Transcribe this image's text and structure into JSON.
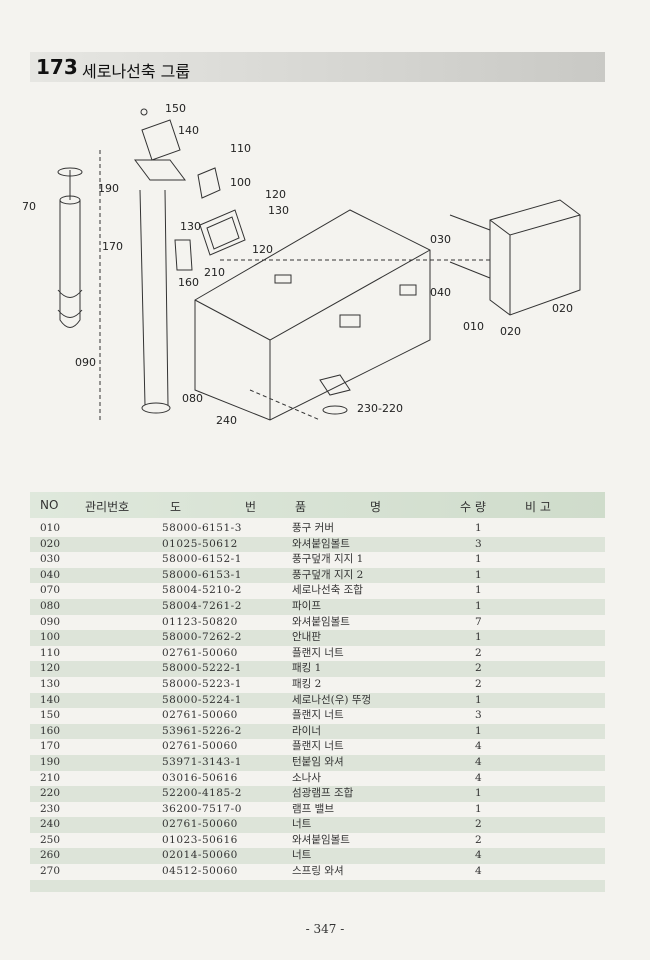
{
  "header": {
    "number": "173",
    "title": "세로나선축 그룹"
  },
  "diagram": {
    "labels": [
      "150",
      "140",
      "110",
      "100",
      "120",
      "130",
      "190",
      "70",
      "130",
      "170",
      "210",
      "160",
      "120",
      "030",
      "040",
      "010",
      "020",
      "020",
      "090",
      "080",
      "240",
      "230-220"
    ]
  },
  "table": {
    "headers": {
      "no": "NO",
      "mgmt": "관리번호",
      "drawing_a": "도",
      "drawing_b": "번",
      "name_a": "품",
      "name_b": "명",
      "qty": "수 량",
      "remark": "비 고"
    },
    "rows": [
      {
        "no": "010",
        "part": "58000-6151-3",
        "name": "풍구 커버",
        "qty": "1"
      },
      {
        "no": "020",
        "part": "01025-50612",
        "name": "와셔붙임볼트",
        "qty": "3"
      },
      {
        "no": "030",
        "part": "58000-6152-1",
        "name": "풍구덮개 지지 1",
        "qty": "1"
      },
      {
        "no": "040",
        "part": "58000-6153-1",
        "name": "풍구덮개 지지 2",
        "qty": "1"
      },
      {
        "no": "070",
        "part": "58004-5210-2",
        "name": "세로나선축 조합",
        "qty": "1"
      },
      {
        "no": "080",
        "part": "58004-7261-2",
        "name": "파이프",
        "qty": "1"
      },
      {
        "no": "090",
        "part": "01123-50820",
        "name": "와셔붙임볼트",
        "qty": "7"
      },
      {
        "no": "100",
        "part": "58000-7262-2",
        "name": "안내판",
        "qty": "1"
      },
      {
        "no": "110",
        "part": "02761-50060",
        "name": "플랜지 너트",
        "qty": "2"
      },
      {
        "no": "120",
        "part": "58000-5222-1",
        "name": "패킹 1",
        "qty": "2"
      },
      {
        "no": "130",
        "part": "58000-5223-1",
        "name": "패킹 2",
        "qty": "2"
      },
      {
        "no": "140",
        "part": "58000-5224-1",
        "name": "세로나선(우) 뚜껑",
        "qty": "1"
      },
      {
        "no": "150",
        "part": "02761-50060",
        "name": "플랜지 너트",
        "qty": "3"
      },
      {
        "no": "160",
        "part": "53961-5226-2",
        "name": "라이너",
        "qty": "1"
      },
      {
        "no": "170",
        "part": "02761-50060",
        "name": "플랜지 너트",
        "qty": "4"
      },
      {
        "no": "190",
        "part": "53971-3143-1",
        "name": "턴붙임 와셔",
        "qty": "4"
      },
      {
        "no": "210",
        "part": "03016-50616",
        "name": "소나사",
        "qty": "4"
      },
      {
        "no": "220",
        "part": "52200-4185-2",
        "name": "섬광램프 조합",
        "qty": "1"
      },
      {
        "no": "230",
        "part": "36200-7517-0",
        "name": "램프 밸브",
        "qty": "1"
      },
      {
        "no": "240",
        "part": "02761-50060",
        "name": "너트",
        "qty": "2"
      },
      {
        "no": "250",
        "part": "01023-50616",
        "name": "와셔붙임볼트",
        "qty": "2"
      },
      {
        "no": "260",
        "part": "02014-50060",
        "name": "너트",
        "qty": "4"
      },
      {
        "no": "270",
        "part": "04512-50060",
        "name": "스프링 와셔",
        "qty": "4"
      }
    ]
  },
  "footer": {
    "page": "- 347 -"
  }
}
